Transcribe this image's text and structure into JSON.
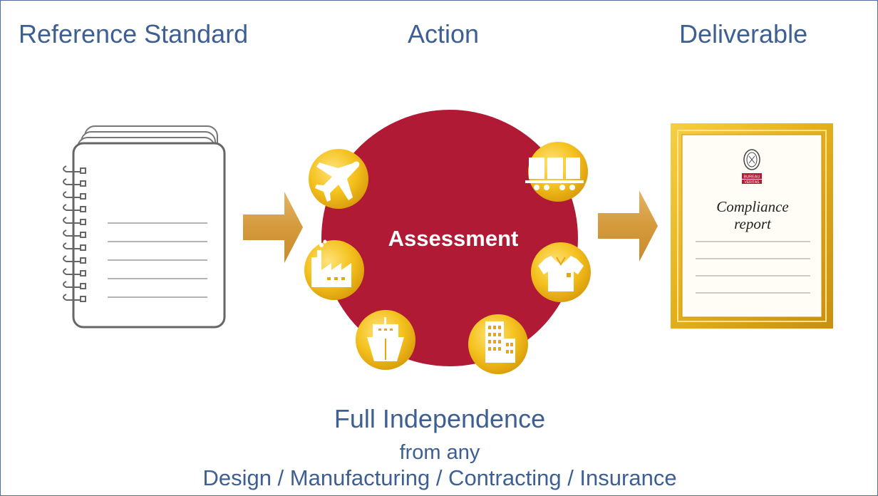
{
  "headers": {
    "reference": "Reference Standard",
    "action": "Action",
    "deliverable": "Deliverable"
  },
  "center": {
    "label": "Assessment"
  },
  "certificate": {
    "line1": "Compliance",
    "line2": "report",
    "logo_text_top": "BUREAU",
    "logo_text_bottom": "VERITAS"
  },
  "footer": {
    "line1": "Full Independence",
    "line2": "from any",
    "line3": "Design / Manufacturing / Contracting / Insurance"
  },
  "icons": [
    "airplane-icon",
    "rail-wagon-icon",
    "factory-icon",
    "shirt-icon",
    "ship-icon",
    "building-icon"
  ],
  "colors": {
    "text": "#3d5f93",
    "circle": "#b01a34",
    "gold": "#f3bd1b",
    "arrow": "#d9a24c",
    "frame": "#e8b824",
    "notebook": "#666666"
  }
}
